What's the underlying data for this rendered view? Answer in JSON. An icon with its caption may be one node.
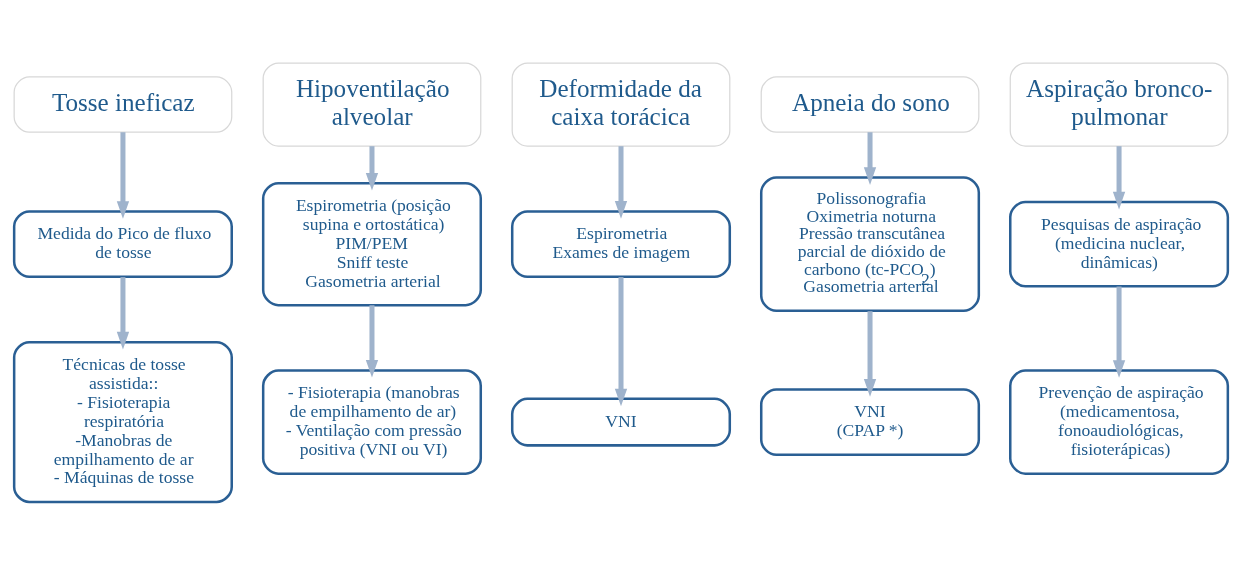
{
  "diagram": {
    "nodes": [
      {
        "text": [
          "Tosse ineficaz"
        ]
      },
      {
        "text": [
          "Hipoventilação alveolar"
        ]
      },
      {
        "text": [
          "Deformidade da caixa torácica"
        ]
      },
      {
        "text": [
          "Apneia do sono"
        ]
      },
      {
        "text": [
          "Aspiração bronco-pulmonar"
        ]
      },
      {
        "text": [
          "Medida do Pico de fluxo de tosse"
        ]
      },
      {
        "text": [
          "Espirometria (posição supina e ortostática)",
          "PIM/PEM",
          "Sniff teste",
          "Gasometria arterial"
        ]
      },
      {
        "text": [
          "Espirometria",
          "Exames de imagem"
        ]
      },
      {
        "text": [
          "Polissonografia",
          "Oximetria noturna",
          "Pressão transcutânea parcial de dióxido de carbono (tc-PCO$_{2}$)",
          "Gasometria arterial"
        ]
      },
      {
        "text": [
          "Pesquisas de aspiração (medicina nuclear, dinâmicas)"
        ]
      },
      {
        "text": [
          "Técnicas de tosse assistida::",
          "- Fisioterapia respiratória",
          "-Manobras de empilhamento de ar",
          "- Máquinas de tosse"
        ]
      },
      {
        "text": [
          "- Fisioterapia (manobras de empilhamento de ar)",
          "- Ventilação com pressão positiva (VNI ou VI)"
        ]
      },
      {
        "text": [
          "VNI"
        ]
      },
      {
        "text": [
          "VNI",
          "(CPAP *)"
        ]
      },
      {
        "text": [
          "Prevenção de aspiração (medicamentosa, fonoaudiológicas, fisioterápicas)"
        ]
      }
    ],
    "edges": [
      {
        "from": 0,
        "to": 5,
        "arrow": "to"
      },
      {
        "from": 1,
        "to": 6,
        "arrow": "to"
      },
      {
        "from": 2,
        "to": 7,
        "arrow": "to"
      },
      {
        "from": 3,
        "to": 8,
        "arrow": "to"
      },
      {
        "from": 4,
        "to": 9,
        "arrow": "to"
      },
      {
        "from": 5,
        "to": 10,
        "arrow": "to"
      },
      {
        "from": 6,
        "to": 11,
        "arrow": "to"
      },
      {
        "from": 7,
        "to": 12,
        "arrow": "to"
      },
      {
        "from": 8,
        "to": 13,
        "arrow": "to"
      },
      {
        "from": 9,
        "to": 14,
        "arrow": "to"
      }
    ]
  }
}
